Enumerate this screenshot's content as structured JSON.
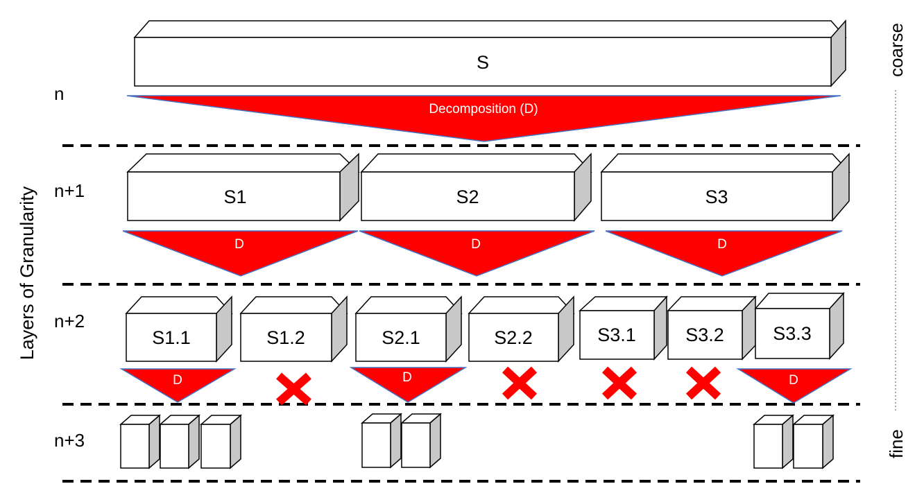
{
  "axis_title": "Layers of Granularity",
  "scale": {
    "top": "coarse",
    "bottom": "fine"
  },
  "layers": [
    {
      "id": "n",
      "label": "n"
    },
    {
      "id": "n1",
      "label": "n+1"
    },
    {
      "id": "n2",
      "label": "n+2"
    },
    {
      "id": "n3",
      "label": "n+3"
    }
  ],
  "systems": {
    "root": "S",
    "level1": [
      "S1",
      "S2",
      "S3"
    ],
    "level2": [
      "S1.1",
      "S1.2",
      "S2.1",
      "S2.2",
      "S3.1",
      "S3.2",
      "S3.3"
    ]
  },
  "decomposition": {
    "main_label": "Decomposition (D)",
    "short_label": "D",
    "decomposed_level2": [
      "S1.1",
      "S2.1",
      "S3.3"
    ],
    "not_decomposed_level2": [
      "S1.2",
      "S2.2",
      "S3.1",
      "S3.2"
    ]
  },
  "level3_counts": {
    "S1.1": 3,
    "S2.1": 2,
    "S3.3": 2
  },
  "colors": {
    "decomposition_fill": "#ff0000",
    "decomposition_outline": "#4472c4",
    "box_side": "#c8c8c8",
    "box_face": "#ffffff",
    "outline": "#000000"
  }
}
